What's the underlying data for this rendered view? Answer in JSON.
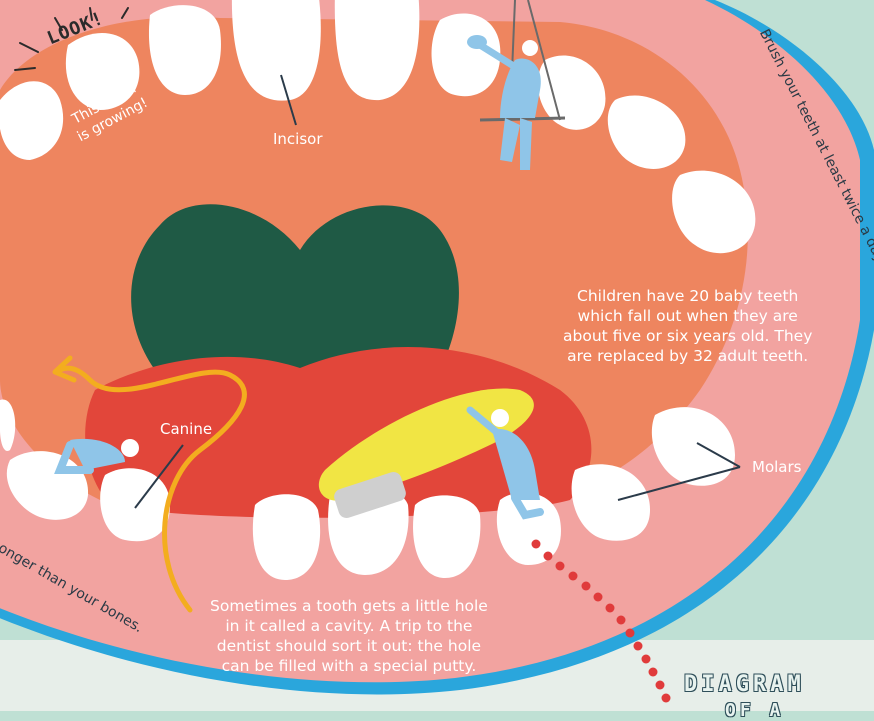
{
  "annotations": {
    "look": "LOOK!",
    "growing_line1": "This tooth",
    "growing_line2": "is growing!",
    "incisor": "Incisor",
    "canine": "Canine",
    "molars": "Molars",
    "brush": "Brush your teeth at least twice a day!",
    "bones": "onger than your bones.",
    "baby_teeth": [
      "Children have 20 baby teeth",
      "which fall out when they are",
      "about five or six years old. They",
      "are replaced by 32 adult teeth."
    ],
    "cavity": [
      "Sometimes a tooth gets a little hole",
      "in it called a cavity. A trip to the",
      "dentist should sort it out: the hole",
      "can be filled with a special putty."
    ],
    "stencil_title": "DIAGRAM",
    "stencil_sub": "OF A"
  },
  "colors": {
    "background": "#bfe0d4",
    "gum_pink": "#f2a3a0",
    "mouth_orange": "#ee855f",
    "tongue_red": "#e2463a",
    "throat_green": "#1f5a45",
    "outline_blue": "#2aa6dc",
    "tooth_white": "#ffffff",
    "accent_yellow": "#f3ad1f",
    "figure_blue": "#8fc5e8",
    "dot_red": "#e03b3b"
  }
}
